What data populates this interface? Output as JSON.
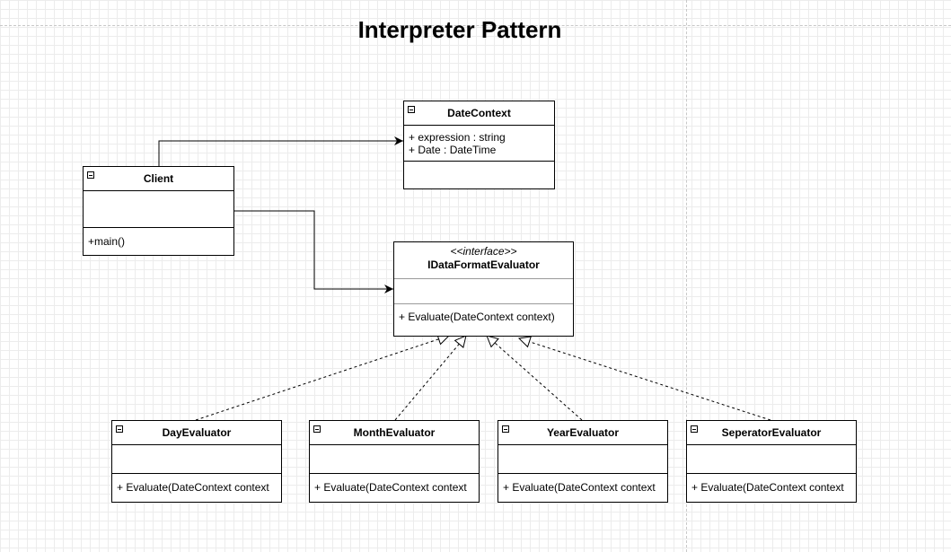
{
  "diagram": {
    "title": "Interpreter Pattern",
    "classes": {
      "date_context": {
        "name": "DateContext",
        "attributes": [
          "+ expression : string",
          "+ Date : DateTime"
        ],
        "operations": []
      },
      "client": {
        "name": "Client",
        "attributes": [],
        "operations": [
          "+main()"
        ]
      },
      "evaluator_interface": {
        "stereotype": "<<interface>>",
        "name": "IDataFormatEvaluator",
        "attributes": [],
        "operations": [
          "+ Evaluate(DateContext context)"
        ]
      },
      "day_evaluator": {
        "name": "DayEvaluator",
        "operations": [
          "+ Evaluate(DateContext context"
        ]
      },
      "month_evaluator": {
        "name": "MonthEvaluator",
        "operations": [
          "+ Evaluate(DateContext context"
        ]
      },
      "year_evaluator": {
        "name": "YearEvaluator",
        "operations": [
          "+ Evaluate(DateContext context"
        ]
      },
      "seperator_evaluator": {
        "name": "SeperatorEvaluator",
        "operations": [
          "+ Evaluate(DateContext context"
        ]
      }
    },
    "relationships": [
      {
        "from": "Client",
        "to": "DateContext",
        "type": "association"
      },
      {
        "from": "Client",
        "to": "IDataFormatEvaluator",
        "type": "association"
      },
      {
        "from": "DayEvaluator",
        "to": "IDataFormatEvaluator",
        "type": "realization"
      },
      {
        "from": "MonthEvaluator",
        "to": "IDataFormatEvaluator",
        "type": "realization"
      },
      {
        "from": "YearEvaluator",
        "to": "IDataFormatEvaluator",
        "type": "realization"
      },
      {
        "from": "SeperatorEvaluator",
        "to": "IDataFormatEvaluator",
        "type": "realization"
      }
    ]
  }
}
